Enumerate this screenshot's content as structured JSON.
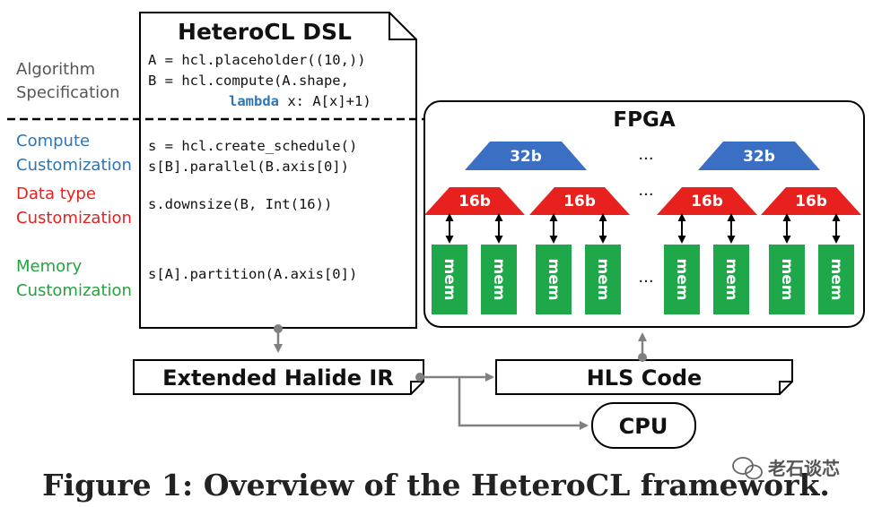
{
  "dsl": {
    "title": "HeteroCL DSL",
    "code": {
      "line1": "A = hcl.placeholder((10,))",
      "line2": "B = hcl.compute(A.shape,",
      "line3_kw": "lambda",
      "line3_rest": " x: A[x]+1)",
      "line4": "s = hcl.create_schedule()",
      "line5": "s[B].parallel(B.axis[0])",
      "line6": "s.downsize(B, Int(16))",
      "line7": "s[A].partition(A.axis[0])"
    }
  },
  "labels": {
    "algorithm": [
      "Algorithm",
      "Specification"
    ],
    "compute": [
      "Compute",
      "Customization"
    ],
    "datatype": [
      "Data type",
      "Customization"
    ],
    "memory": [
      "Memory",
      "Customization"
    ]
  },
  "colors": {
    "gray": "#555555",
    "compute": "#2e75b6",
    "datatype": "#e8201e",
    "memory": "#23a33f",
    "blue_chip": "#3a6fc4",
    "red_chip": "#e8201e",
    "mem_box": "#1ea84a",
    "arrow": "#808080"
  },
  "fpga": {
    "title": "FPGA",
    "top_label": "32b",
    "mid_label": "16b",
    "mem_label": "mem",
    "ellipsis": "..."
  },
  "flow": {
    "ir": "Extended Halide IR",
    "hls": "HLS Code",
    "cpu": "CPU"
  },
  "caption": "Figure 1: Overview of the HeteroCL framework.",
  "watermark": "老石谈芯"
}
